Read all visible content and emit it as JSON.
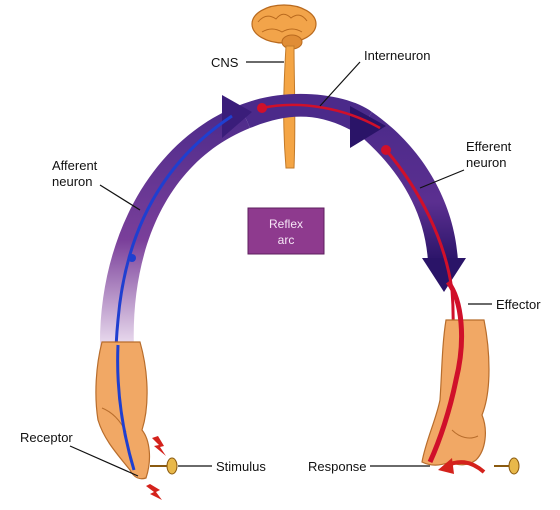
{
  "labels": {
    "cns": "CNS",
    "interneuron": "Interneuron",
    "efferent_1": "Efferent",
    "efferent_2": "neuron",
    "afferent_1": "Afferent",
    "afferent_2": "neuron",
    "reflex_1": "Reflex",
    "reflex_2": "arc",
    "effector": "Effector",
    "receptor": "Receptor",
    "stimulus": "Stimulus",
    "response": "Response"
  },
  "colors": {
    "arc_purple": "#4b2a8a",
    "arc_dark": "#2a1468",
    "arc_fade": "#efe3f2",
    "afferent_nerve": "#1f3fd0",
    "efferent_nerve": "#d0102a",
    "brain": "#f2a44a",
    "hand": "#f1a865",
    "reflex_box": "#8e3a8e",
    "spark": "#d4221c"
  }
}
